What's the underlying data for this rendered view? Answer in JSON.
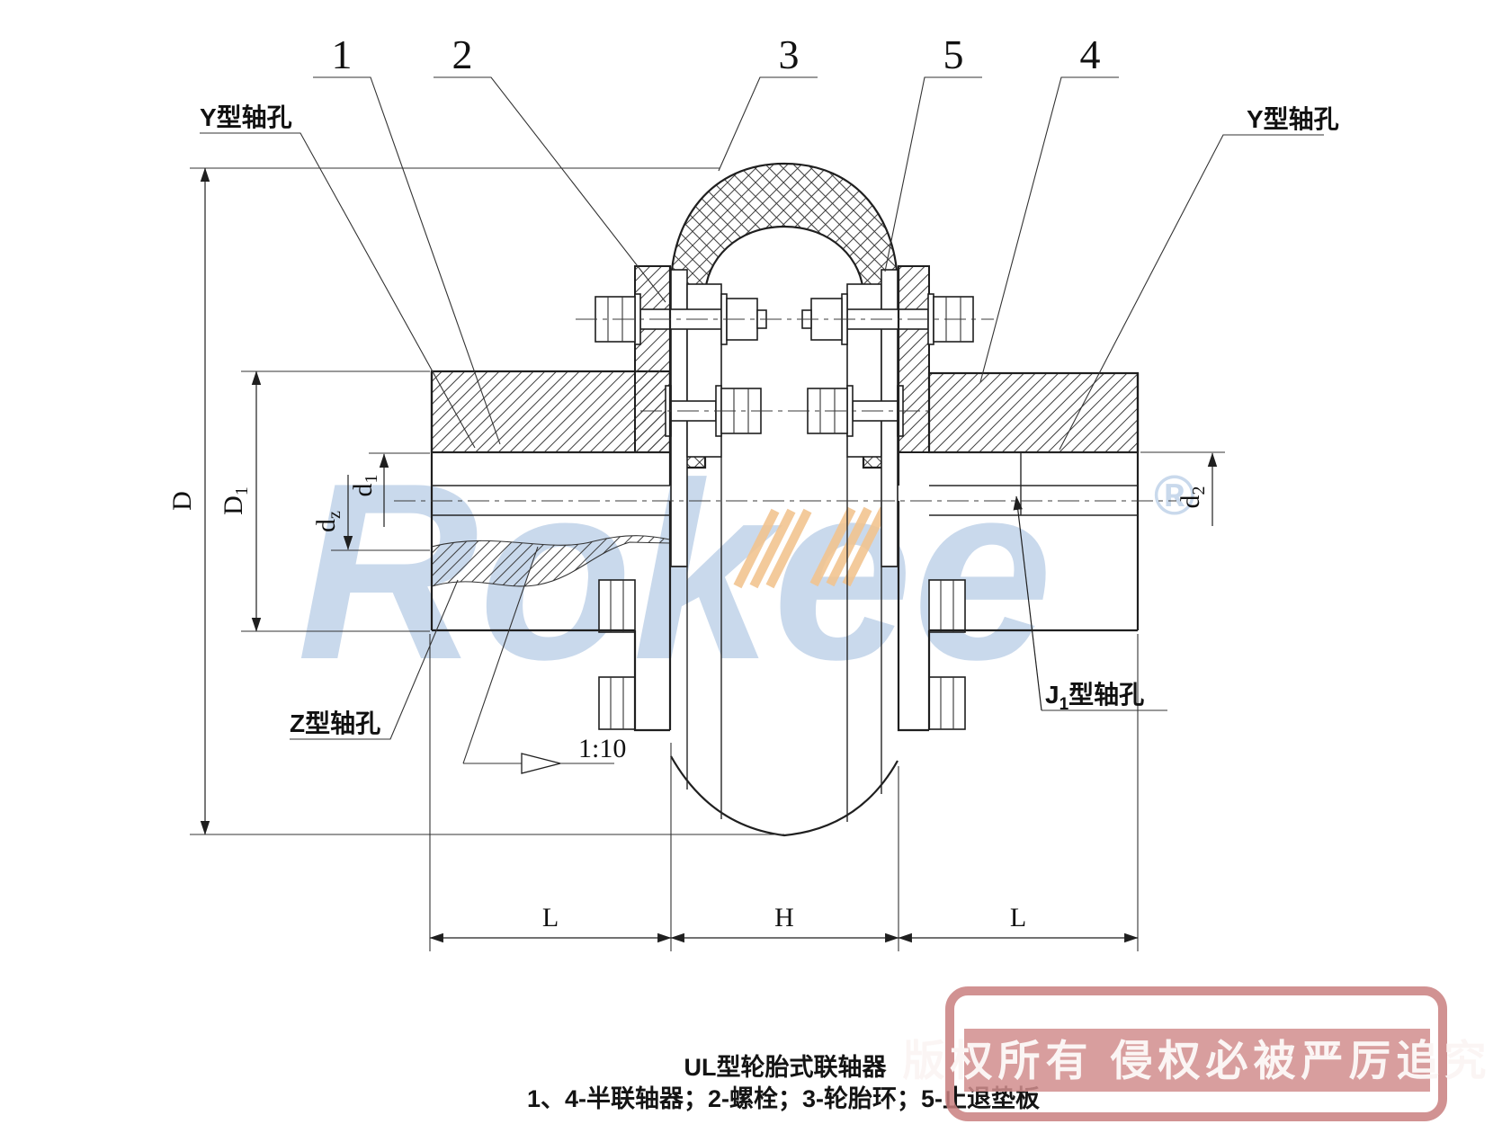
{
  "drawing": {
    "part_numbers": {
      "n1": "1",
      "n2": "2",
      "n3": "3",
      "n5": "5",
      "n4": "4"
    },
    "labels": {
      "bore_y_left": "Y型轴孔",
      "bore_y_right": "Y型轴孔",
      "bore_z": "Z型轴孔",
      "bore_j1_main": "J",
      "bore_j1_sub": "1",
      "bore_j1_rest": "型轴孔",
      "taper": "1:10"
    },
    "dims": {
      "D": "D",
      "D1_main": "D",
      "D1_sub": "1",
      "d1_main": "d",
      "d1_sub": "1",
      "dz_main": "d",
      "dz_sub": "z",
      "d2_main": "d",
      "d2_sub": "2",
      "L_left": "L",
      "H": "H",
      "L_right": "L"
    },
    "caption": {
      "title": "UL型轮胎式联轴器",
      "legend": "1、4-半联轴器；2-螺栓；3-轮胎环；5-止退垫板"
    },
    "watermark": {
      "brand": "Rokee",
      "registered": "®"
    },
    "stamp": {
      "text": "版权所有 侵权必被严厉追究"
    },
    "colors": {
      "line": "#1f1f1f",
      "watermark_blue": "#c9d9ec",
      "watermark_orange": "#f2c591",
      "stamp_border": "#c97f7f",
      "stamp_band": "#d28e8e",
      "stamp_text": "#fbf4f3"
    }
  }
}
